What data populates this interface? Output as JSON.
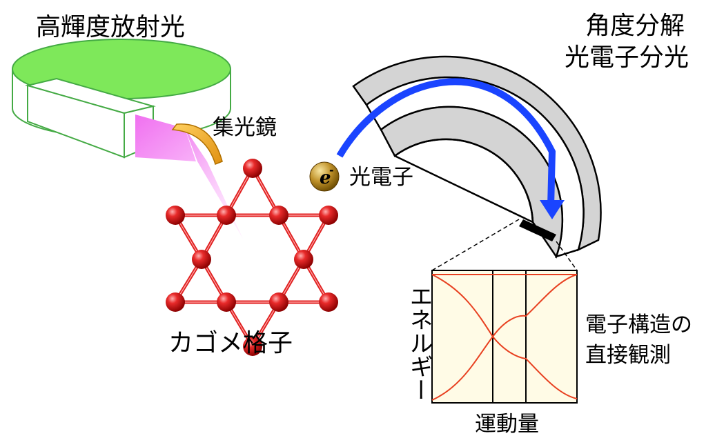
{
  "labels": {
    "source": "高輝度放射光",
    "mirror": "集光鏡",
    "photoelectron": "光電子",
    "electron_symbol": "e",
    "electron_charge": "-",
    "analyzer_line1": "角度分解",
    "analyzer_line2": "光電子分光",
    "lattice": "カゴメ格子",
    "energy_axis": "エネルギー",
    "momentum_axis": "運動量",
    "result_line1": "電子構造の",
    "result_line2": "直接観測"
  },
  "colors": {
    "ring_fill": "#7ee85a",
    "ring_stroke": "#44aa44",
    "beam": "#f080f0",
    "mirror": "#f0b030",
    "lattice": "#e02020",
    "atom": "#dd1a1a",
    "analyzer": "#d4d4d4",
    "arrow": "#1a44ff",
    "electron": "#b8860b",
    "plot_bg": "#fffbe6",
    "band": "#e84020"
  }
}
